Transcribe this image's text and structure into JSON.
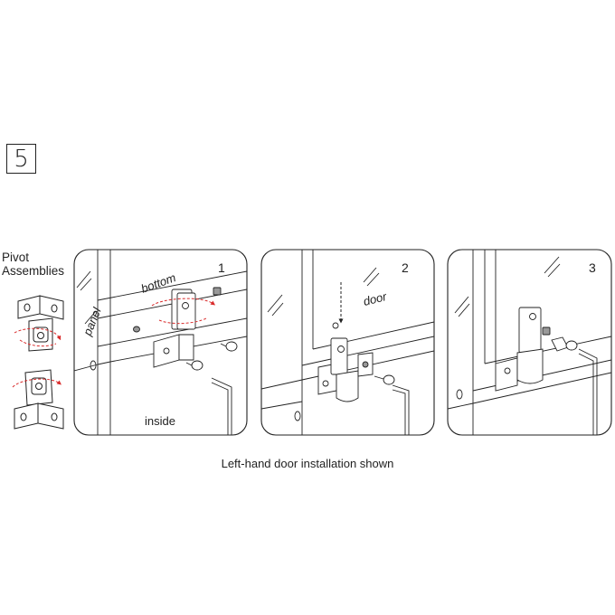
{
  "step_number": "5",
  "pivot_label_line1": "Pivot",
  "pivot_label_line2": "Assemblies",
  "panels": [
    {
      "number": "1",
      "labels": [
        "bottom",
        "panel",
        "inside"
      ]
    },
    {
      "number": "2",
      "labels": [
        "door"
      ]
    },
    {
      "number": "3",
      "labels": []
    }
  ],
  "caption": "Left-hand door installation shown",
  "colors": {
    "line": "#222222",
    "arrow": "#d92b2b"
  }
}
